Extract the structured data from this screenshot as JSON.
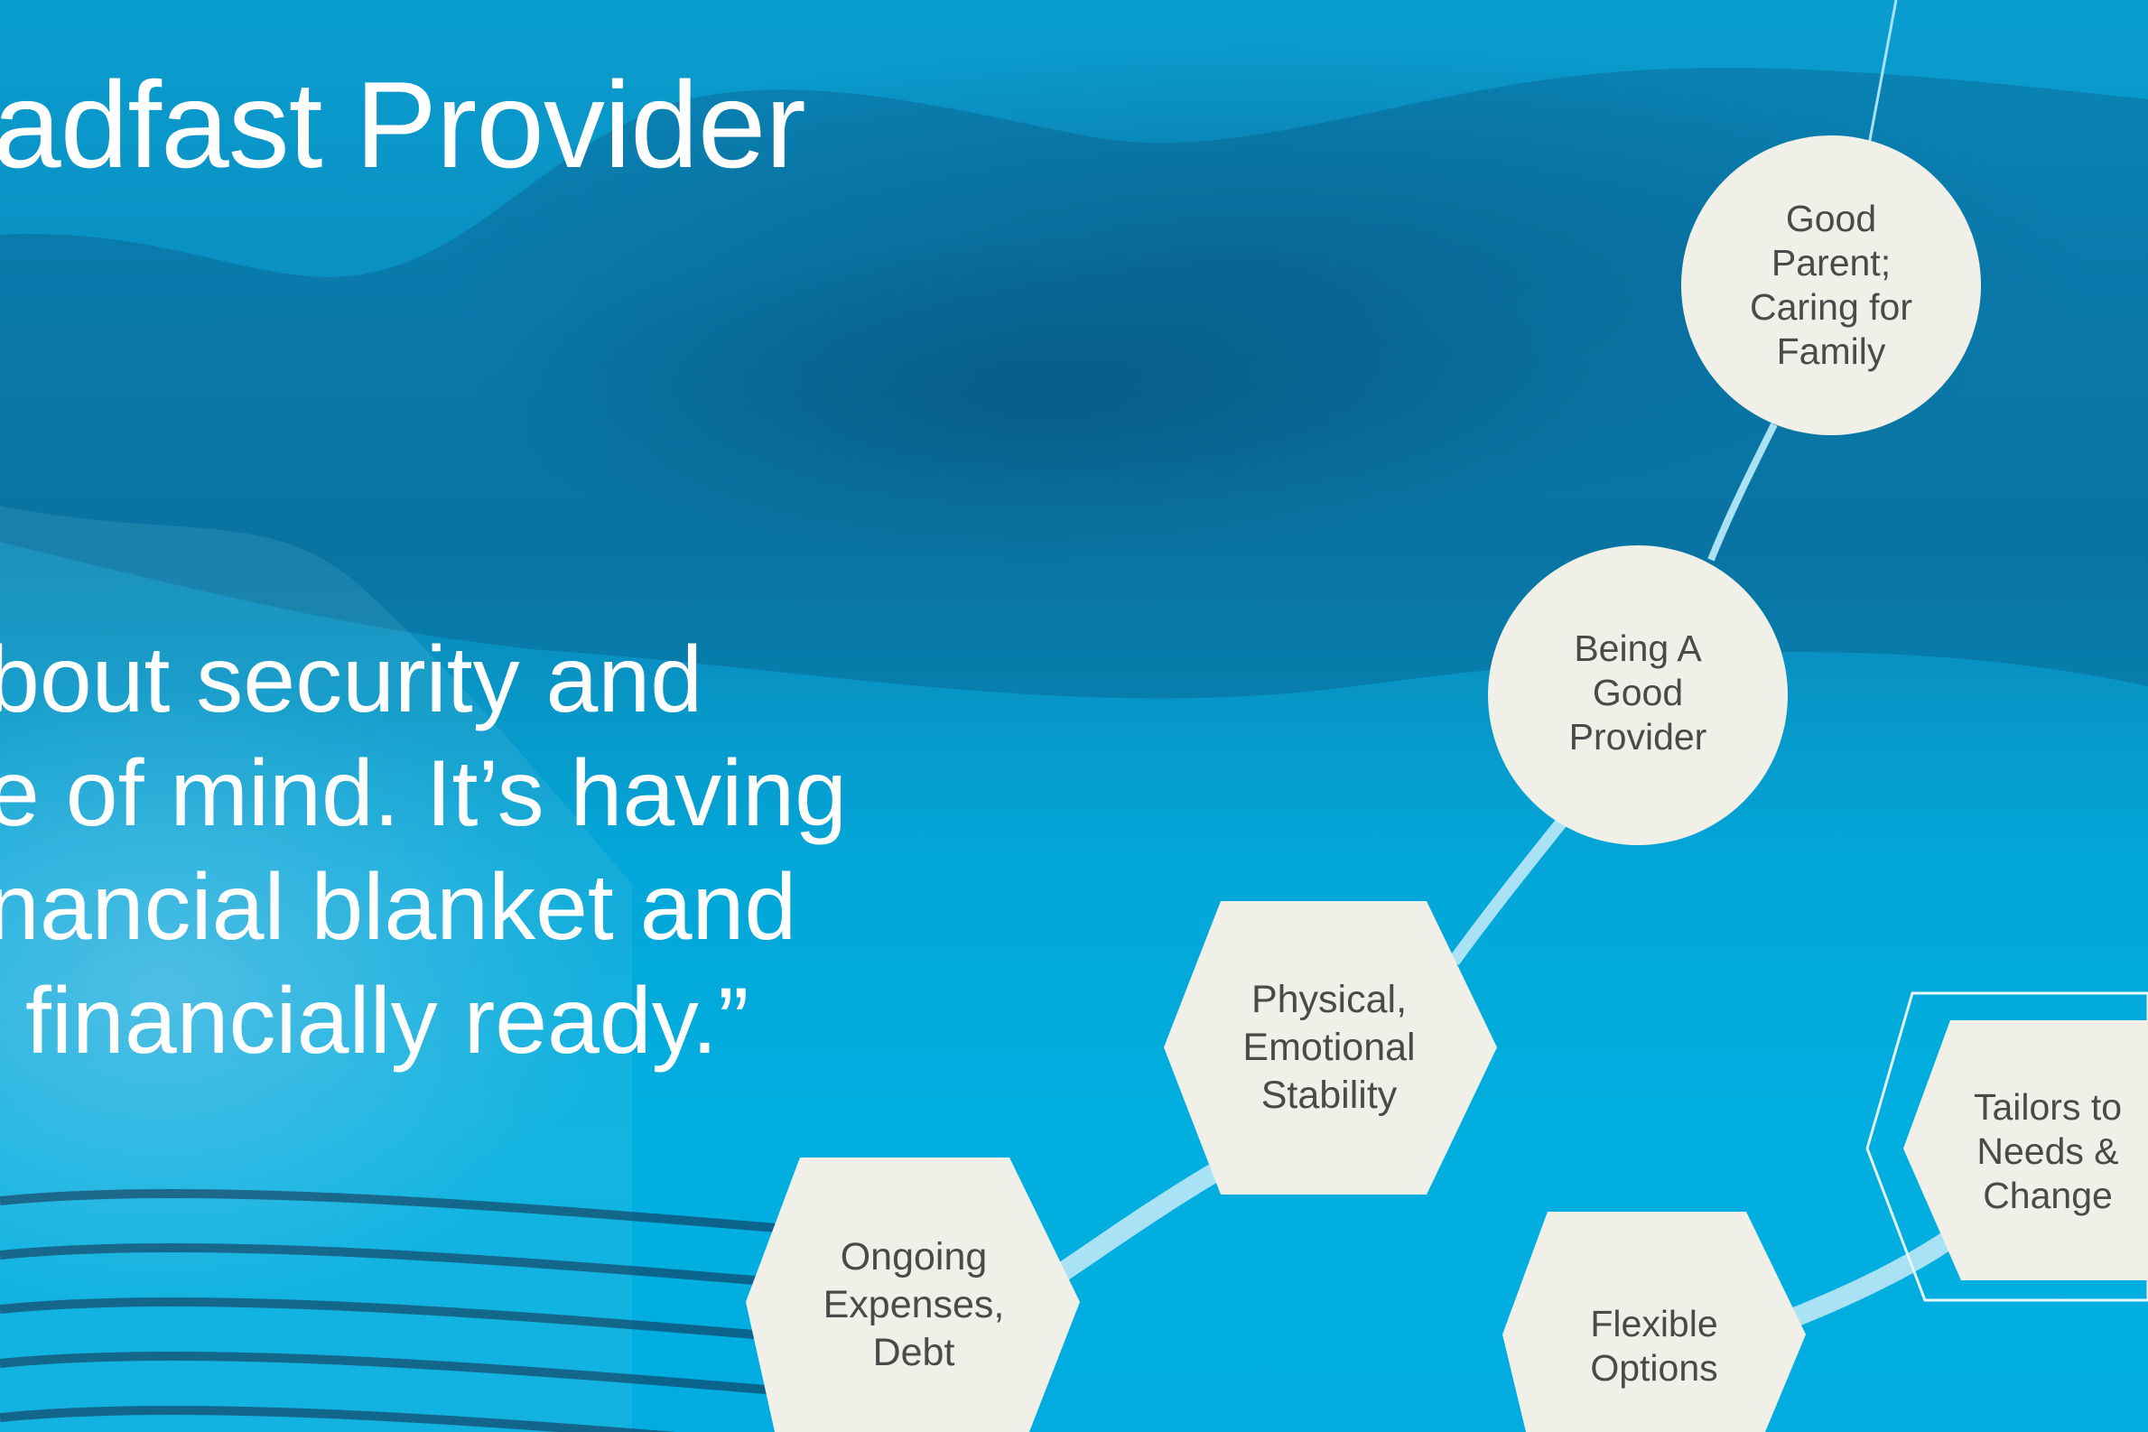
{
  "headline": "adfast Provider",
  "quote_lines": [
    "bout security and",
    "e of mind. It’s having",
    "nancial blanket and",
    " financially ready.”"
  ],
  "nodes": {
    "good_parent": "Good Parent; Caring for Family",
    "good_parent_lines": [
      "Good",
      "Parent;",
      "Caring for",
      "Family"
    ],
    "good_provider_lines": [
      "Being A",
      "Good",
      "Provider"
    ],
    "stability_lines": [
      "Physical,",
      "Emotional",
      "Stability"
    ],
    "expenses_lines": [
      "Ongoing",
      "Expenses,",
      "Debt"
    ],
    "flexible_lines": [
      "Flexible",
      "Options"
    ],
    "tailors_lines": [
      "Tailors to",
      "Needs &",
      "Change"
    ]
  },
  "colors": {
    "node_fill": "#f0efe8",
    "node_text": "#4a4a4a",
    "connector": "#a9e1f5"
  }
}
